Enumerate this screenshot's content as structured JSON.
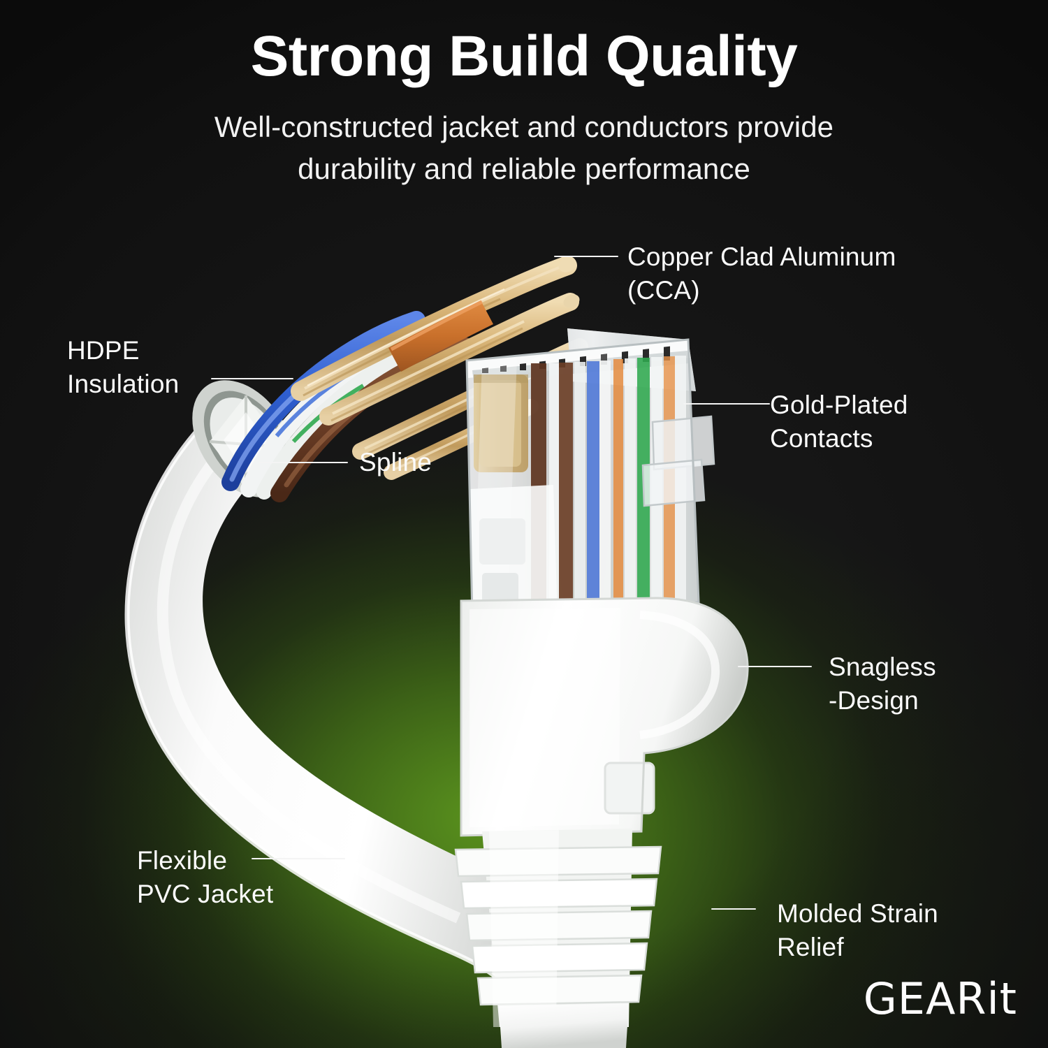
{
  "header": {
    "title": "Strong Build Quality",
    "subtitle_line1": "Well-constructed jacket and conductors provide",
    "subtitle_line2": "durability and reliable performance"
  },
  "brand": {
    "logo_main": "GEAR",
    "logo_suffix": "it",
    "logo_full": "GEARit"
  },
  "colors": {
    "background_dark": "#161616",
    "background_green": "#4a7a1e",
    "text": "#ffffff",
    "leader_line": "#f4f4f4",
    "jacket_white": "#f4f4f4",
    "wire_blue": "#2f5fd0",
    "wire_orange": "#d4762e",
    "wire_green": "#2fa84f",
    "wire_brown": "#6b4028",
    "conductor_gold": "#d9b679",
    "contact_gold": "#cbb07a"
  },
  "callouts": [
    {
      "id": "cca",
      "line1": "Copper Clad Aluminum",
      "line2": "(CCA)",
      "side": "right"
    },
    {
      "id": "hdpe",
      "line1": "HDPE",
      "line2": "Insulation",
      "side": "left"
    },
    {
      "id": "spline",
      "line1": "Spline",
      "line2": "",
      "side": "right-inner"
    },
    {
      "id": "gold",
      "line1": "Gold-Plated",
      "line2": "Contacts",
      "side": "right"
    },
    {
      "id": "snagless",
      "line1": "Snagless",
      "line2": "-Design",
      "side": "right"
    },
    {
      "id": "pvc",
      "line1": "Flexible",
      "line2": "PVC Jacket",
      "side": "left"
    },
    {
      "id": "strain",
      "line1": "Molded Strain",
      "line2": "Relief",
      "side": "right"
    }
  ],
  "product": {
    "type": "ethernet-patch-cable",
    "connector": "RJ45",
    "pair_colors": [
      "orange",
      "green",
      "blue",
      "brown"
    ]
  }
}
